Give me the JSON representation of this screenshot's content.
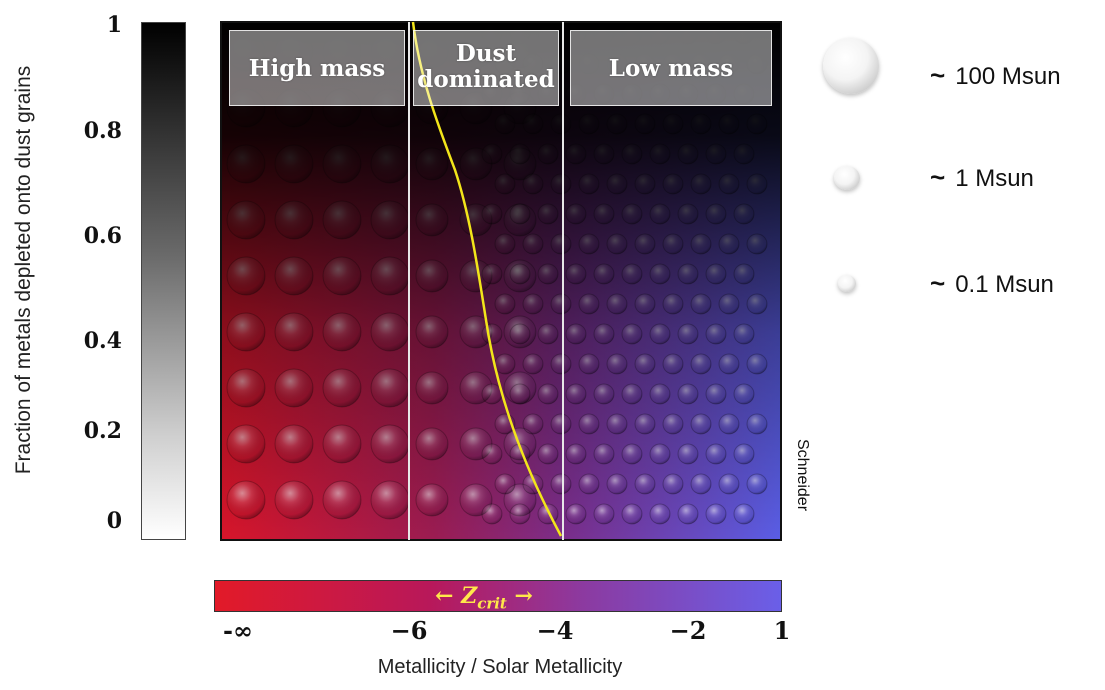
{
  "yaxis": {
    "label": "Fraction of metals depleted onto dust grains",
    "ticks": [
      "1",
      "0.8",
      "0.6",
      "0.4",
      "0.2",
      "0"
    ]
  },
  "regions": {
    "high_mass": "High mass",
    "dust_line1": "Dust",
    "dust_line2": "dominated",
    "low_mass": "Low mass"
  },
  "xaxis": {
    "zcrit": "Z",
    "zcrit_sub": "crit",
    "ticks": [
      "-∞",
      "−6",
      "−4",
      "−2",
      "1"
    ],
    "label": "Metallicity / Solar Metallicity"
  },
  "credit": "Schneider",
  "legend": [
    {
      "symbol": "~",
      "text": "100 Msun"
    },
    {
      "symbol": "~",
      "text": "1 Msun"
    },
    {
      "symbol": "~",
      "text": "0.1 Msun"
    }
  ],
  "colors": {
    "low_metallicity": "#e21a28",
    "high_metallicity": "#6a5fe8",
    "critical_curve": "#f2e51a",
    "boundary_line": "#e8e8e8"
  }
}
